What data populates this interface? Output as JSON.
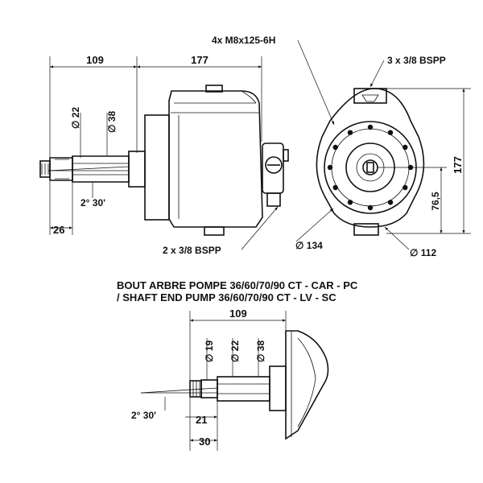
{
  "top_view": {
    "dim_shaft_offset": "109",
    "dim_body_width": "177",
    "dim_dia_22": "22",
    "dim_dia_38": "38",
    "dim_angle": "2° 30'",
    "dim_shaft_end": "26",
    "label_side_ports": "2 x 3/8 BSPP",
    "label_bolt_holes": "4x M8x125-6H",
    "label_top_ports": "3 x 3/8 BSPP",
    "dim_height": "177",
    "dim_center_height": "76,5",
    "dim_dia_134": "134",
    "dim_dia_112": "112",
    "dia_symbol": "∅"
  },
  "shaft_detail": {
    "title_fr": "BOUT ARBRE POMPE 36/60/70/90 CT - CAR - PC",
    "title_en": "/ SHAFT END PUMP 36/60/70/90 CT - LV - SC",
    "dim_length": "109",
    "dim_dia_19": "19",
    "dim_dia_22": "22",
    "dim_dia_38": "38",
    "dim_angle": "2° 30'",
    "dim_21": "21",
    "dim_30": "30"
  }
}
